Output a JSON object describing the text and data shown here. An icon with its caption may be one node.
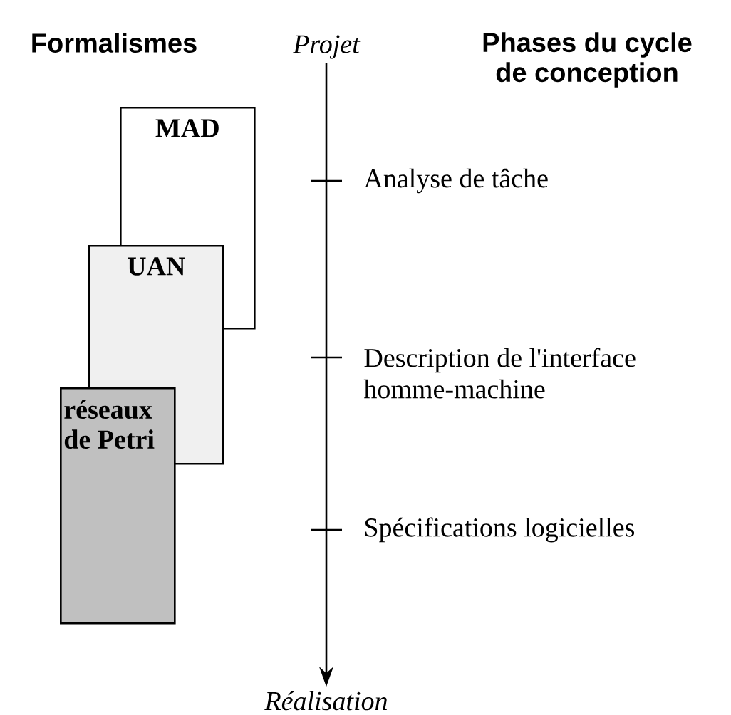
{
  "diagram": {
    "nodes": [
      {
        "text": [
          "MAD"
        ]
      },
      {
        "text": [
          "UAN"
        ]
      },
      {
        "text": [
          "réseaux de Petri"
        ]
      },
      {
        "text": [
          "Projet"
        ]
      },
      {
        "text": [
          "Réalisation"
        ]
      }
    ],
    "edges": [
      {
        "from": 3,
        "to": 4,
        "arrow": "to"
      }
    ],
    "labels": [
      "Formalismes",
      "Phases du cycle de conception",
      "Analyse de tâche",
      "Description de l'interface homme-machine",
      "Spécifications logicielles"
    ]
  }
}
